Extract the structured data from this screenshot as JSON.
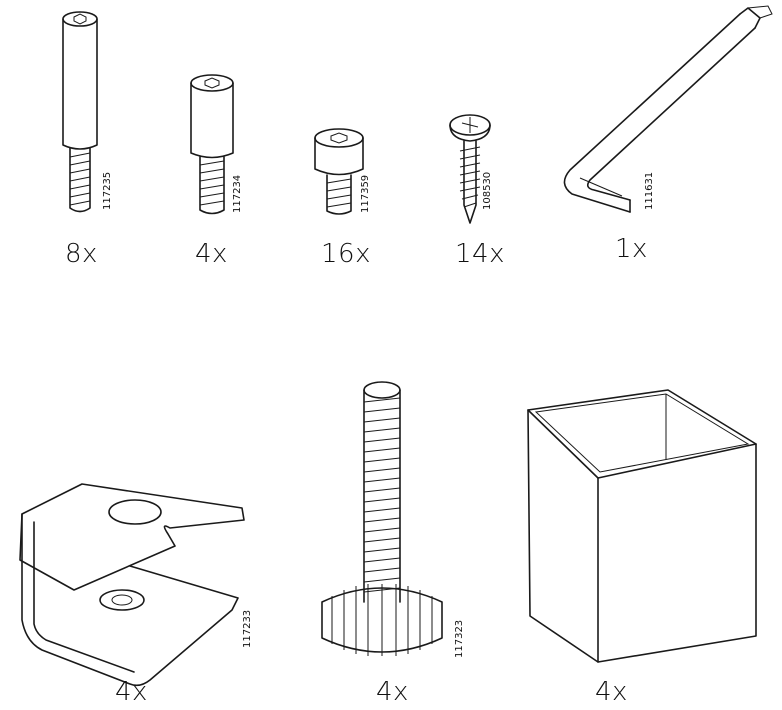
{
  "parts": [
    {
      "id": "bolt-long",
      "code": "117235",
      "qty": "8x"
    },
    {
      "id": "bolt-medium",
      "code": "117234",
      "qty": "4x"
    },
    {
      "id": "cap-screw",
      "code": "117359",
      "qty": "16x"
    },
    {
      "id": "wood-screw",
      "code": "108530",
      "qty": "14x"
    },
    {
      "id": "allen-key",
      "code": "111631",
      "qty": "1x"
    },
    {
      "id": "bracket",
      "code": "117233",
      "qty": "4x"
    },
    {
      "id": "leveling-foot",
      "code": "117323",
      "qty": "4x"
    },
    {
      "id": "leg-cap",
      "code": "",
      "qty": "4x"
    }
  ]
}
